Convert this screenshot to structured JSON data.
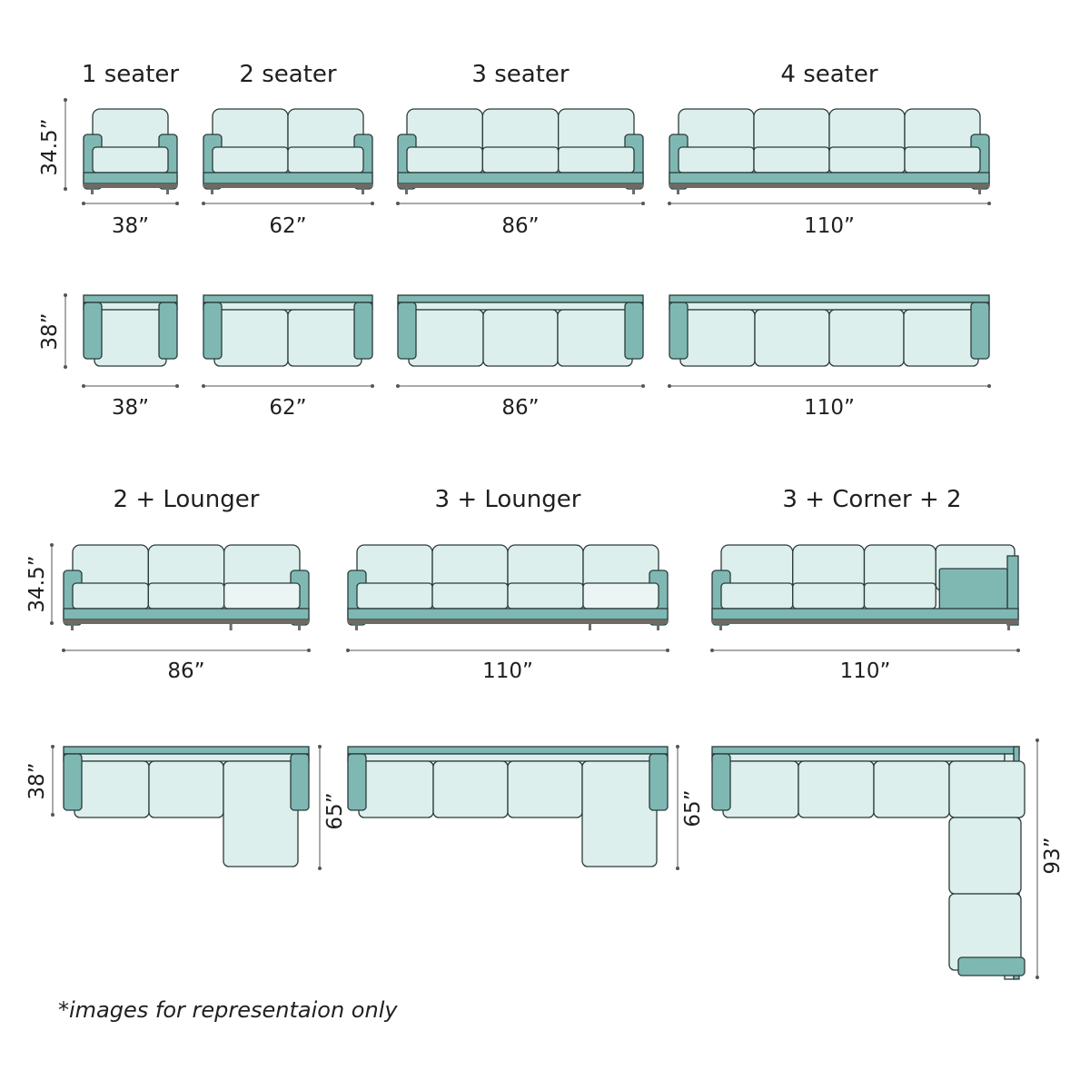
{
  "colors": {
    "cushion": "#ddefec",
    "arm": "#7fb8b3",
    "outline": "#2b3a3a",
    "base": "#6f6a63",
    "lounger": "#ebf6f4",
    "dimline": "#555555"
  },
  "rows": {
    "seaters_front": {
      "height_label": "34.5”",
      "items": [
        {
          "title": "1 seater",
          "width_label": "38”",
          "seats": 1
        },
        {
          "title": "2 seater",
          "width_label": "62”",
          "seats": 2
        },
        {
          "title": "3 seater",
          "width_label": "86”",
          "seats": 3
        },
        {
          "title": "4 seater",
          "width_label": "110”",
          "seats": 4
        }
      ]
    },
    "seaters_top": {
      "depth_label": "38”",
      "items": [
        {
          "width_label": "38”"
        },
        {
          "width_label": "62”"
        },
        {
          "width_label": "86”"
        },
        {
          "width_label": "110”"
        }
      ]
    },
    "sectionals_front": {
      "height_label": "34.5”",
      "items": [
        {
          "title": "2 + Lounger",
          "width_label": "86”"
        },
        {
          "title": "3 + Lounger",
          "width_label": "110”"
        },
        {
          "title": "3 + Corner + 2",
          "width_label": "110”"
        }
      ]
    },
    "sectionals_top": {
      "depth_label": "38”",
      "items": [
        {
          "side_label": "65”"
        },
        {
          "side_label": "65”"
        },
        {
          "side_label": "93”"
        }
      ]
    }
  },
  "footnote": "*images for representaion only"
}
